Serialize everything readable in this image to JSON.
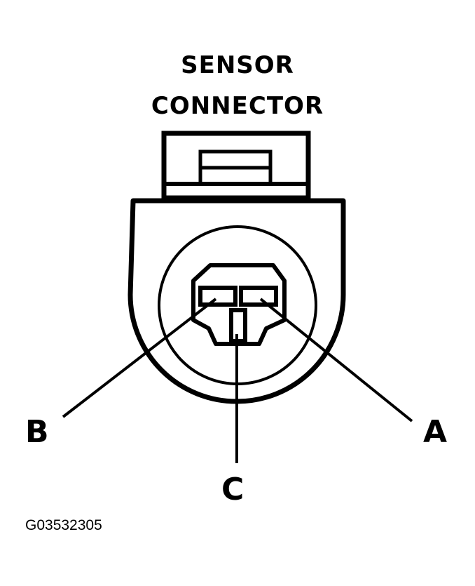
{
  "title": {
    "line1": "SENSOR",
    "line2": "CONNECTOR"
  },
  "pins": {
    "a": "A",
    "b": "B",
    "c": "C"
  },
  "figure_id": "G03532305"
}
